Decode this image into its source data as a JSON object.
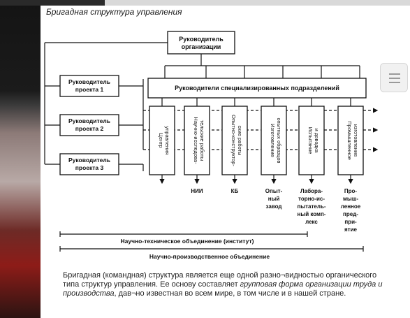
{
  "title": "Бригадная структура управления",
  "diagram": {
    "top_box": [
      "Руководитель",
      "организации"
    ],
    "dept_heads": "Руководители специализированных подразделений",
    "projects": [
      [
        "Руководитель",
        "проекта 1"
      ],
      [
        "Руководитель",
        "проекта 2"
      ],
      [
        "Руководитель",
        "проекта 3"
      ]
    ],
    "columns": [
      [
        "Центр",
        "управления"
      ],
      [
        "Научно-исследова-",
        "тельские работы"
      ],
      [
        "Опытно-конструктор-",
        "ские работы"
      ],
      [
        "Изготовление",
        "опытных образцов"
      ],
      [
        "Испытание",
        "и доводка"
      ],
      [
        "Промышленное",
        "изготовление"
      ]
    ],
    "outputs": [
      [],
      [
        "НИИ"
      ],
      [
        "КБ"
      ],
      [
        "Опыт-",
        "ный",
        "завод"
      ],
      [
        "Лабора-",
        "торно-ис-",
        "пытатель-",
        "ный комп-",
        "лекс"
      ],
      [
        "Про-",
        "мыш-",
        "ленное",
        "пред-",
        "при-",
        "ятие"
      ]
    ],
    "bracket_1": "Научно-техническое объединение (институт)",
    "bracket_2": "Научно-производственное объединение"
  },
  "caption": {
    "part1": "Бригадная (командная) структура является еще одной разно¬видностью органического типа структур управления. Ее основу составляет ",
    "italic": "групповая форма организации труда и производства",
    "part2": ", дав¬но известная во всем мире, в том числе и в нашей стране."
  },
  "menu_icon": "hamburger-menu-icon"
}
